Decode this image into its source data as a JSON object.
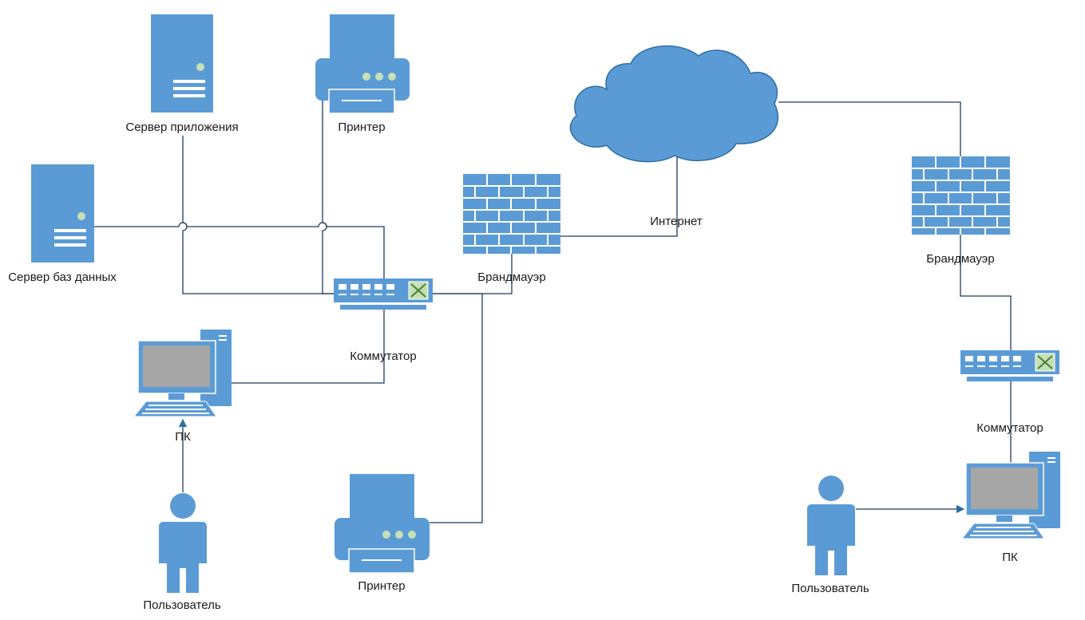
{
  "nodes": {
    "app_server": "Сервер приложения",
    "printer_top": "Принтер",
    "db_server": "Сервер баз данных",
    "firewall_left": "Брандмауэр",
    "internet": "Интернет",
    "firewall_right": "Брандмауэр",
    "switch_left": "Коммутатор",
    "pc_left": "ПК",
    "user_left": "Пользователь",
    "printer_bottom": "Принтер",
    "switch_right": "Коммутатор",
    "user_right": "Пользователь",
    "pc_right": "ПК"
  },
  "colors": {
    "device_fill": "#5b9bd5",
    "device_dark": "#2e6da4",
    "line": "#1f3b5c"
  }
}
